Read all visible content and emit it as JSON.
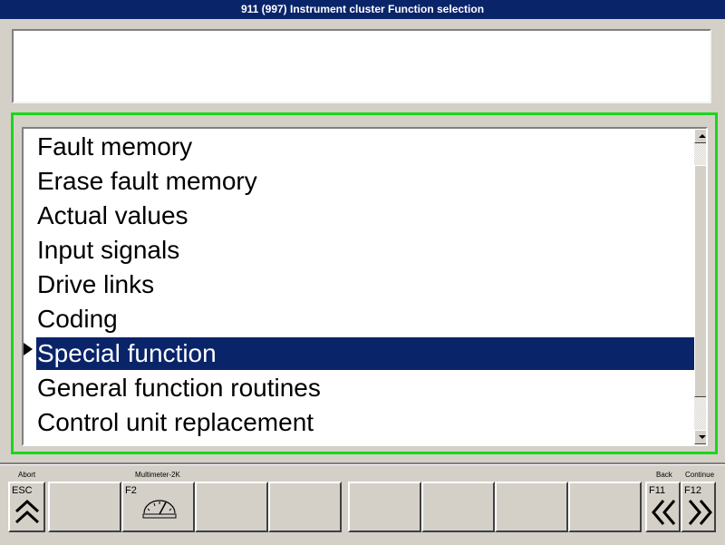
{
  "window": {
    "title": "911 (997) Instrument cluster Function selection"
  },
  "info_text": "",
  "function_list": {
    "items": [
      "Fault memory",
      "Erase fault memory",
      "Actual values",
      "Input signals",
      "Drive links",
      "Coding",
      "Special function",
      "General function routines",
      "Control unit replacement"
    ],
    "selected": "Special function"
  },
  "function_keys": {
    "esc": {
      "key": "ESC",
      "caption": "Abort",
      "icon": "double-chevron-up-icon"
    },
    "f2": {
      "key": "F2",
      "caption": "Multimeter-2K",
      "icon": "multimeter-icon"
    },
    "f11": {
      "key": "F11",
      "caption": "Back",
      "icon": "double-chevron-left-icon"
    },
    "f12": {
      "key": "F12",
      "caption": "Continue",
      "icon": "double-chevron-right-icon"
    }
  },
  "colors": {
    "titlebar": "#0a246a",
    "selection": "#0a246a",
    "focus_frame": "#18d818",
    "face": "#d4d0c8"
  }
}
